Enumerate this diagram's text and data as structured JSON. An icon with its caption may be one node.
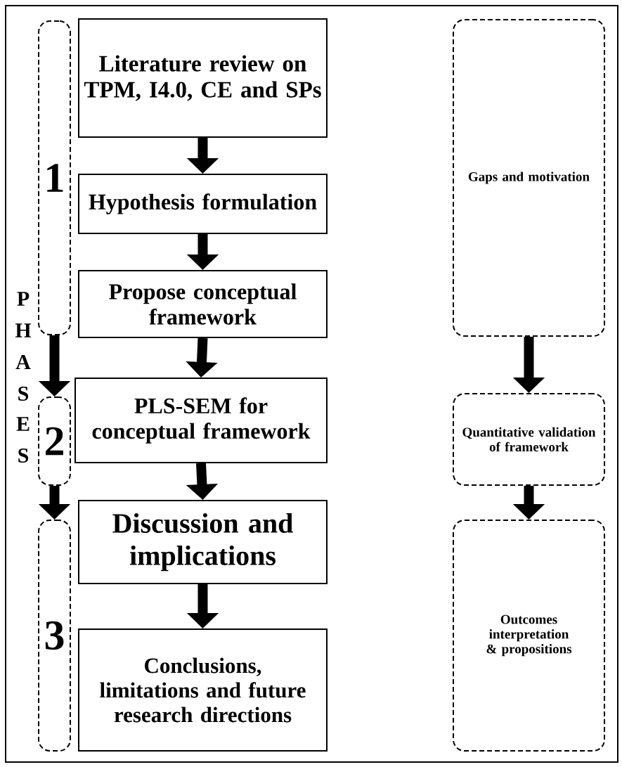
{
  "diagram": {
    "nodes": [
      {
        "text": [
          "1"
        ]
      },
      {
        "text": [
          "2"
        ]
      },
      {
        "text": [
          "3"
        ]
      },
      {
        "text": [
          "Literature review on TPM, I4.0, CE and SPs"
        ]
      },
      {
        "text": [
          "Hypothesis formulation"
        ]
      },
      {
        "text": [
          "Propose conceptual framework"
        ]
      },
      {
        "text": [
          "PLS-SEM for conceptual framework"
        ]
      },
      {
        "text": [
          "Discussion and implications"
        ]
      },
      {
        "text": [
          "Conclusions, limitations and future research directions"
        ]
      },
      {
        "text": [
          "Gaps and motivation"
        ]
      },
      {
        "text": [
          "Quantitative validation of framework"
        ]
      },
      {
        "text": [
          "Outcomes interpretation & propositions"
        ]
      }
    ],
    "edges": [
      {
        "from": 0,
        "to": 1,
        "arrow": "to"
      },
      {
        "from": 1,
        "to": 2,
        "arrow": "to"
      },
      {
        "from": 3,
        "to": 4,
        "arrow": "to"
      },
      {
        "from": 4,
        "to": 5,
        "arrow": "to"
      },
      {
        "from": 5,
        "to": 6,
        "arrow": "to"
      },
      {
        "from": 6,
        "to": 7,
        "arrow": "to"
      },
      {
        "from": 7,
        "to": 8,
        "arrow": "to"
      },
      {
        "from": 9,
        "to": 10,
        "arrow": "to"
      },
      {
        "from": 10,
        "to": 11,
        "arrow": "to"
      }
    ],
    "labels": [
      "P",
      "H",
      "A",
      "S",
      "E",
      "S"
    ]
  }
}
